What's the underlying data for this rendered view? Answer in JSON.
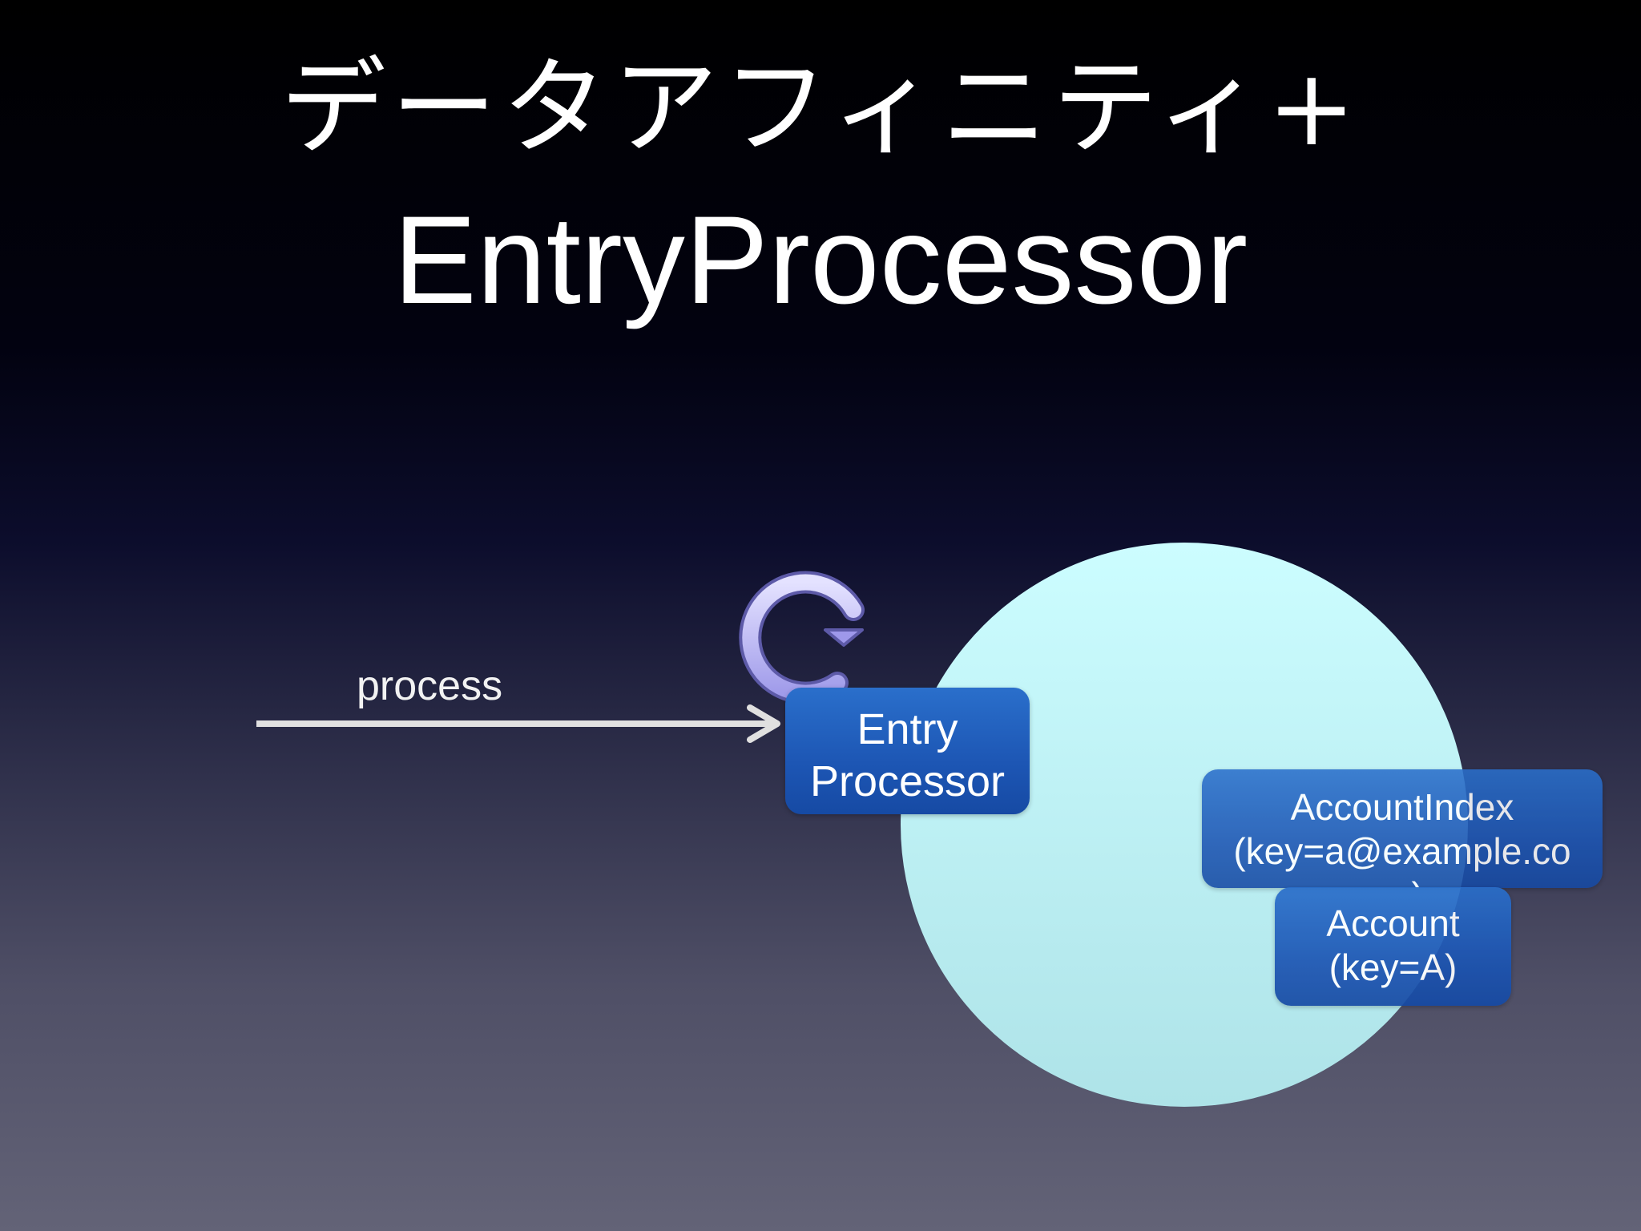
{
  "title": {
    "line1": "データアフィニティ+",
    "line2": "EntryProcessor"
  },
  "diagram": {
    "arrow_label": "process",
    "entry_processor": {
      "line1": "Entry",
      "line2": "Processor"
    },
    "account_index": {
      "line1": "AccountIndex",
      "line2": "(key=a@example.co",
      "line3": "m)"
    },
    "account": {
      "line1": "Account",
      "line2": "(key=A)"
    },
    "icons": [
      "refresh-icon",
      "arrow-right-icon"
    ],
    "colors": {
      "node_fill": "#1d56b4",
      "partition_circle": "#c9f8fb",
      "arrow": "#e0e0e0",
      "refresh_icon": "#b7b3f3"
    }
  }
}
